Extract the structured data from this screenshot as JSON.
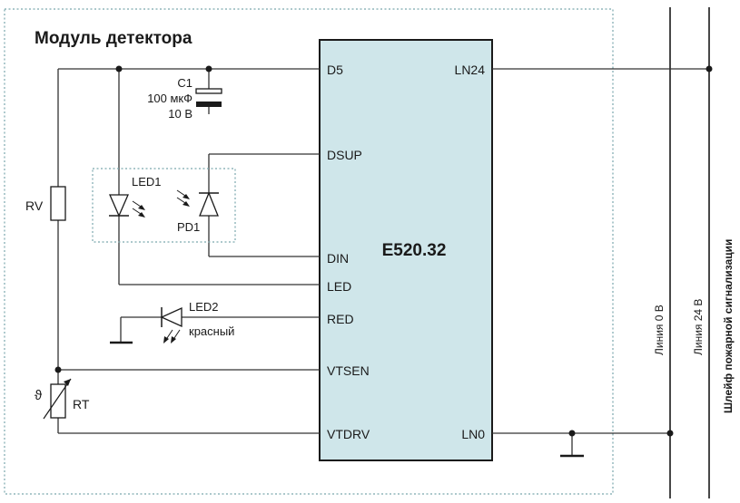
{
  "module_title": "Модуль детектора",
  "chip": {
    "name": "E520.32",
    "pins_left": [
      "D5",
      "DSUP",
      "DIN",
      "LED",
      "RED",
      "VTSEN",
      "VTDRV"
    ],
    "pins_right": [
      "LN24",
      "LN0"
    ]
  },
  "components": {
    "c1": {
      "label": "C1",
      "value": "100 мкФ",
      "voltage": "10 В"
    },
    "led1": {
      "label": "LED1"
    },
    "pd1": {
      "label": "PD1"
    },
    "led2": {
      "label": "LED2",
      "color": "красный"
    },
    "rv": {
      "label": "RV"
    },
    "rt": {
      "label": "RT",
      "symbol": "ϑ"
    }
  },
  "lines": {
    "line0": "Линия 0 В",
    "line24": "Линия 24 В",
    "loop": "Шлейф пожарной сигнализации"
  },
  "colors": {
    "chip_fill": "#cfe6ea",
    "wire": "#333333",
    "dotted": "#7aa7ad"
  }
}
